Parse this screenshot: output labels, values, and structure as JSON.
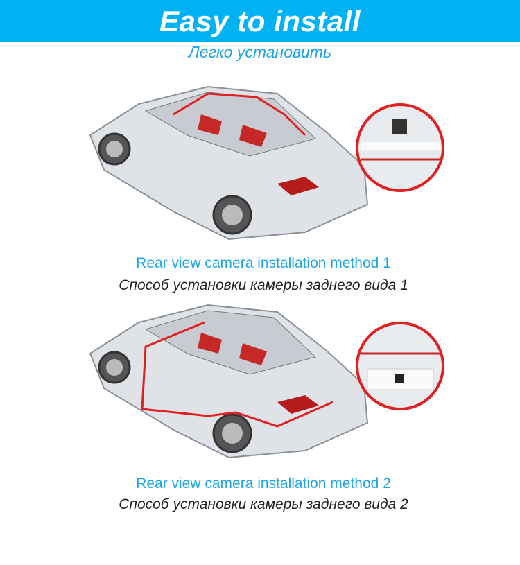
{
  "header": {
    "title": "Easy to install",
    "subtitle": "Легко установить"
  },
  "methods": [
    {
      "caption_en": "Rear view camera installation method 1",
      "caption_ru": "Способ установки камеры заднего вида 1"
    },
    {
      "caption_en": "Rear view camera installation method 2",
      "caption_ru": "Способ установки камеры заднего вида 2"
    }
  ],
  "colors": {
    "banner": "#00b2f3",
    "accent_text": "#1fa6e8",
    "wire": "#e02020"
  }
}
